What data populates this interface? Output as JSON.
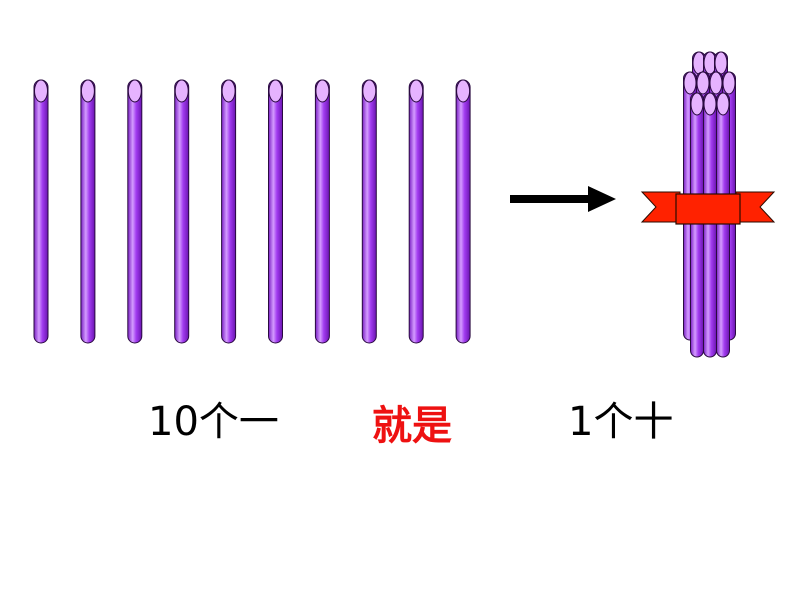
{
  "captions": {
    "left": "10个一",
    "middle": "就是",
    "right": "1个十"
  },
  "colors": {
    "stick_body": "#9b30e6",
    "stick_light": "#e6b3ff",
    "stick_outline": "#2a0a40",
    "arrow": "#000000",
    "ribbon": "#ff2200",
    "middle_caption": "#ee1111"
  },
  "loose_sticks": {
    "count": 10
  },
  "bundle": {
    "count": 10,
    "tied_with": "ribbon-icon"
  },
  "arrow": {
    "icon": "arrow-right-icon"
  }
}
